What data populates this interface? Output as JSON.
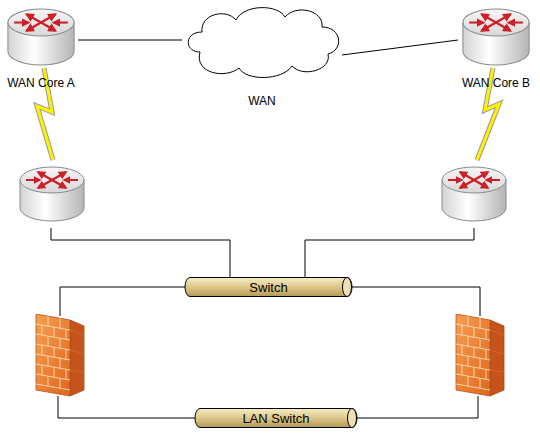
{
  "diagram": {
    "nodes": [
      {
        "text": [
          "WAN Core A"
        ]
      },
      {
        "text": [
          "WAN"
        ]
      },
      {
        "text": [
          "WAN Core B"
        ]
      },
      {
        "text": [
          "Switch"
        ]
      },
      {
        "text": [
          "LAN Switch"
        ]
      }
    ],
    "edges": [
      {
        "from": 0,
        "to": 1,
        "arrow": "none"
      },
      {
        "from": 1,
        "to": 2,
        "arrow": "none"
      }
    ]
  }
}
